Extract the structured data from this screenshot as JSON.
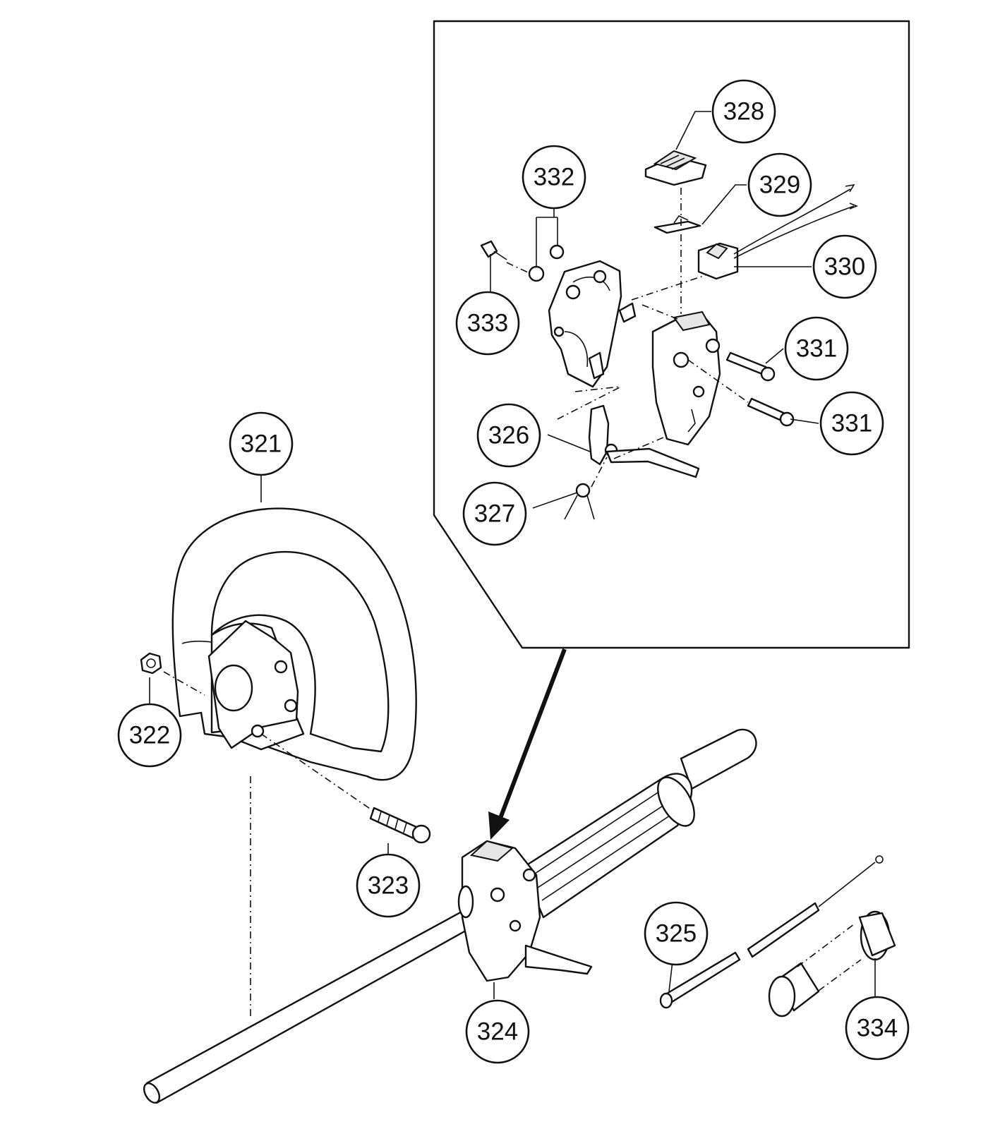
{
  "callouts": [
    {
      "id": "c321",
      "label": "321"
    },
    {
      "id": "c322",
      "label": "322"
    },
    {
      "id": "c323",
      "label": "323"
    },
    {
      "id": "c324",
      "label": "324"
    },
    {
      "id": "c325",
      "label": "325"
    },
    {
      "id": "c326",
      "label": "326"
    },
    {
      "id": "c327",
      "label": "327"
    },
    {
      "id": "c328",
      "label": "328"
    },
    {
      "id": "c329",
      "label": "329"
    },
    {
      "id": "c330",
      "label": "330"
    },
    {
      "id": "c331a",
      "label": "331"
    },
    {
      "id": "c331b",
      "label": "331"
    },
    {
      "id": "c332",
      "label": "332"
    },
    {
      "id": "c333",
      "label": "333"
    },
    {
      "id": "c334",
      "label": "334"
    }
  ]
}
